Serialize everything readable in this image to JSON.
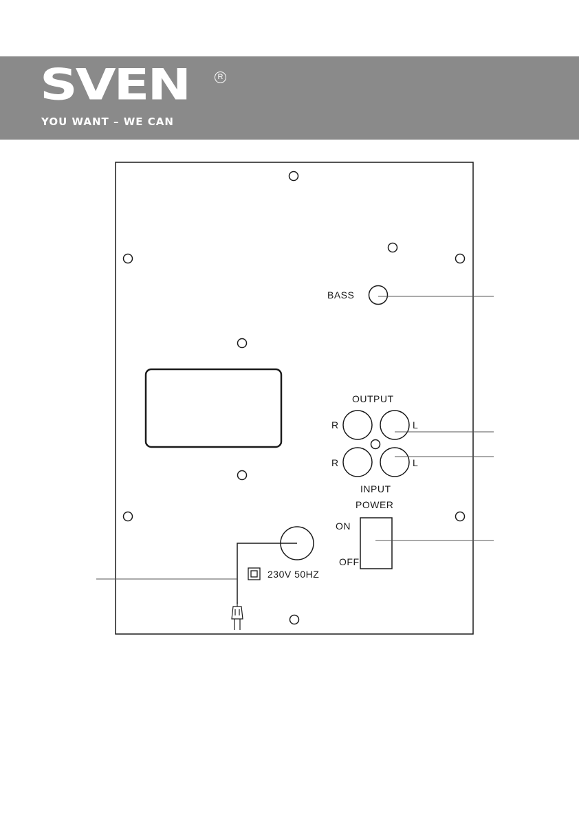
{
  "brand": {
    "logo": "SVEN",
    "registered": "R",
    "tagline": "YOU WANT – WE CAN"
  },
  "panel": {
    "bass_label": "BASS",
    "output_label": "OUTPUT",
    "input_label": "INPUT",
    "right_channel": "R",
    "left_channel": "L",
    "power_label": "POWER",
    "on_label": "ON",
    "off_label": "OFF",
    "mains_label": "230V 50HZ"
  },
  "colors": {
    "header_band": "#8a8a8a",
    "line": "#1a1a1a",
    "leader": "#555555"
  }
}
